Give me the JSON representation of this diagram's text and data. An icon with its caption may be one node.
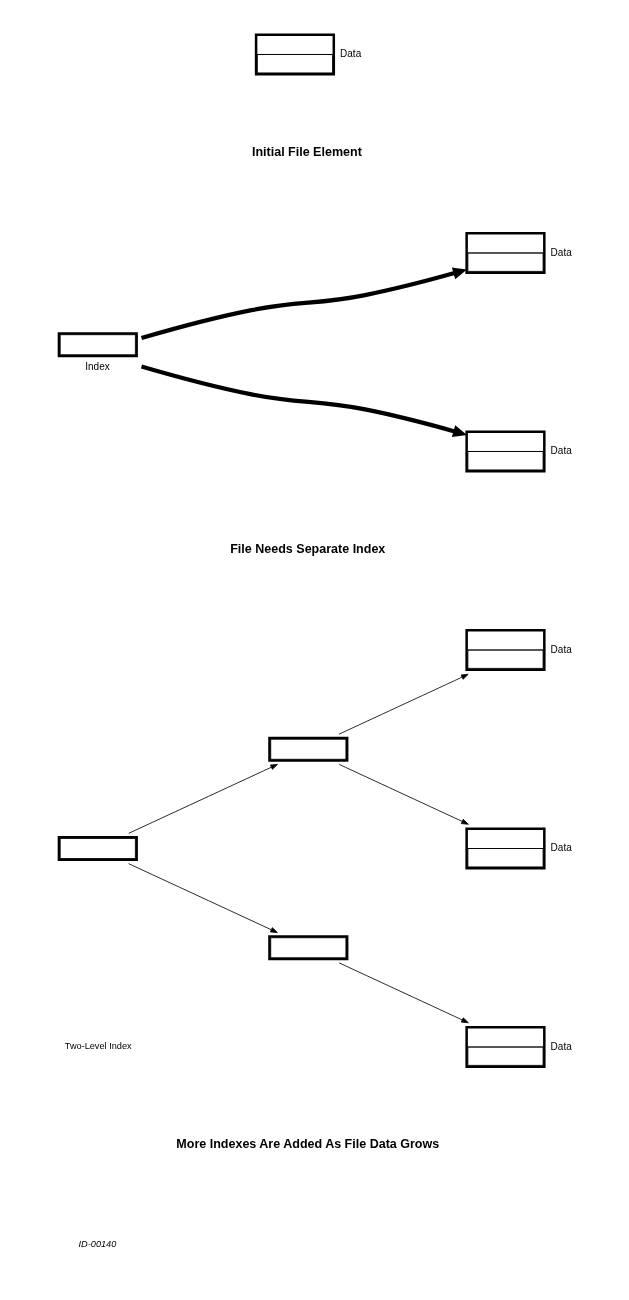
{
  "diagram": {
    "nodes": [
      {
        "text": [],
        "shape": "box",
        "beside": [
          "Data"
        ]
      },
      {
        "text": [],
        "shape": "box",
        "beside": [
          "Index"
        ]
      },
      {
        "text": [],
        "shape": "box",
        "beside": [
          "Data"
        ]
      },
      {
        "text": [],
        "shape": "box",
        "beside": [
          "Data"
        ]
      },
      {
        "text": [],
        "shape": "box"
      },
      {
        "text": [],
        "shape": "box"
      },
      {
        "text": [],
        "shape": "box"
      },
      {
        "text": [],
        "shape": "box",
        "beside": [
          "Data"
        ]
      },
      {
        "text": [],
        "shape": "box",
        "beside": [
          "Data"
        ]
      },
      {
        "text": [],
        "shape": "box",
        "beside": [
          "Data"
        ]
      }
    ],
    "edges": [
      {
        "from": 1,
        "to": 2,
        "arrow": "to",
        "style": "thick"
      },
      {
        "from": 1,
        "to": 3,
        "arrow": "to",
        "style": "thick"
      },
      {
        "from": 4,
        "to": 5,
        "arrow": "to"
      },
      {
        "from": 4,
        "to": 6,
        "arrow": "to"
      },
      {
        "from": 5,
        "to": 7,
        "arrow": "to"
      },
      {
        "from": 5,
        "to": 8,
        "arrow": "to"
      },
      {
        "from": 6,
        "to": 9,
        "arrow": "to"
      }
    ],
    "labels": [
      "Initial File Element",
      "File Needs Separate Index",
      "Two-Level Index",
      "More Indexes Are Added As File Data Grows",
      "ID-00140"
    ]
  }
}
